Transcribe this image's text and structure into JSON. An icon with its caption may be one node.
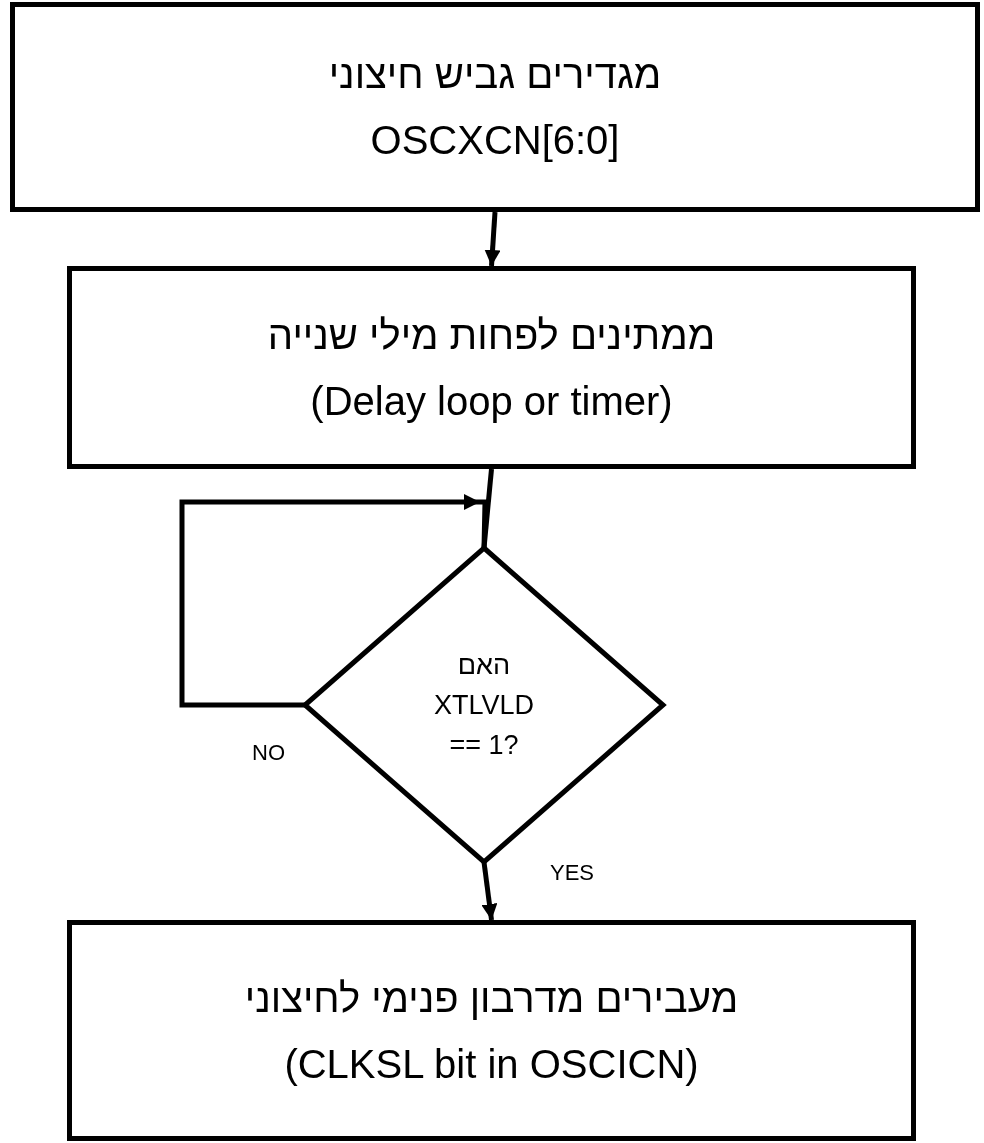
{
  "diagram": {
    "nodes": [
      {
        "text": [
          "מגדירים גביש חיצוני",
          "OSCXCN[6:0]"
        ]
      },
      {
        "text": [
          "ממתינים לפחות מילי שנייה",
          "(Delay loop or timer)"
        ]
      },
      {
        "text": [
          "האם",
          "XTLVLD == 1?"
        ]
      },
      {
        "text": [
          "מעבירים מדרבון פנימי לחיצוני",
          "(CLKSL bit in OSCICN)"
        ]
      }
    ],
    "edges": [
      {
        "from": 0,
        "to": 1,
        "arrow": "to"
      },
      {
        "from": 1,
        "to": 2,
        "arrow": "none"
      },
      {
        "from": 2,
        "to": 2,
        "arrow": "to",
        "label": "NO"
      },
      {
        "from": 2,
        "to": 3,
        "arrow": "to",
        "label": "YES"
      }
    ]
  }
}
